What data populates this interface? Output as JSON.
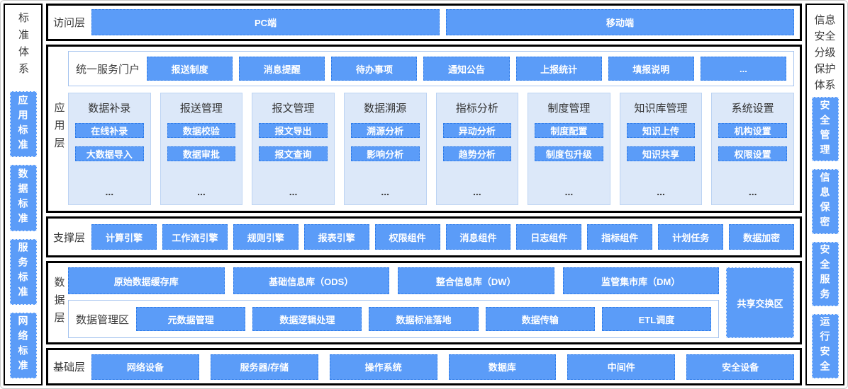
{
  "left_sidebar": {
    "title": "标准体系",
    "items": [
      "应用标准",
      "数据标准",
      "服务标准",
      "网络标准"
    ]
  },
  "right_sidebar": {
    "title": "信息安全分级保护体系",
    "items": [
      "安全管理",
      "信息保密",
      "安全服务",
      "运行安全"
    ]
  },
  "layers": {
    "access": {
      "label": "访问层",
      "items": [
        "PC端",
        "移动端"
      ]
    },
    "application": {
      "label": "应用层",
      "portal": {
        "label": "统一服务门户",
        "items": [
          "报送制度",
          "消息提醒",
          "待办事项",
          "通知公告",
          "上报统计",
          "填报说明",
          "..."
        ]
      },
      "modules": [
        {
          "title": "数据补录",
          "items": [
            "在线补录",
            "大数据导入"
          ],
          "more": "..."
        },
        {
          "title": "报送管理",
          "items": [
            "数据校验",
            "数据审批"
          ],
          "more": "..."
        },
        {
          "title": "报文管理",
          "items": [
            "报文导出",
            "报文查询"
          ],
          "more": "..."
        },
        {
          "title": "数据溯源",
          "items": [
            "溯源分析",
            "影响分析"
          ],
          "more": "..."
        },
        {
          "title": "指标分析",
          "items": [
            "异动分析",
            "趋势分析"
          ],
          "more": "..."
        },
        {
          "title": "制度管理",
          "items": [
            "制度配置",
            "制度包升级"
          ],
          "more": "..."
        },
        {
          "title": "知识库管理",
          "items": [
            "知识上传",
            "知识共享"
          ],
          "more": "..."
        },
        {
          "title": "系统设置",
          "items": [
            "机构设置",
            "权限设置"
          ],
          "more": "..."
        }
      ]
    },
    "support": {
      "label": "支撑层",
      "items": [
        "计算引擎",
        "工作流引擎",
        "规则引擎",
        "报表引擎",
        "权限组件",
        "消息组件",
        "日志组件",
        "指标组件",
        "计划任务",
        "数据加密"
      ]
    },
    "data": {
      "label": "数据层",
      "stores": [
        "原始数据缓存库",
        "基础信息库（ODS）",
        "整合信息库（DW）",
        "监管集市库（DM）"
      ],
      "management": {
        "label": "数据管理区",
        "items": [
          "元数据管理",
          "数据逻辑处理",
          "数据标准落地",
          "数据传输",
          "ETL调度"
        ]
      },
      "exchange": "共享交换区"
    },
    "infrastructure": {
      "label": "基础层",
      "items": [
        "网络设备",
        "服务器/存储",
        "操作系统",
        "数据库",
        "中间件",
        "安全设备"
      ]
    }
  },
  "colors": {
    "primary_blue": "#5B9CF8",
    "dash_border": "#2F7CE9",
    "panel_bg": "#DCE8F9",
    "panel_border": "#BCD3F3",
    "container_border": "#A6C4EF",
    "frame_border": "#000000",
    "label_text": "#3B3B3B"
  }
}
